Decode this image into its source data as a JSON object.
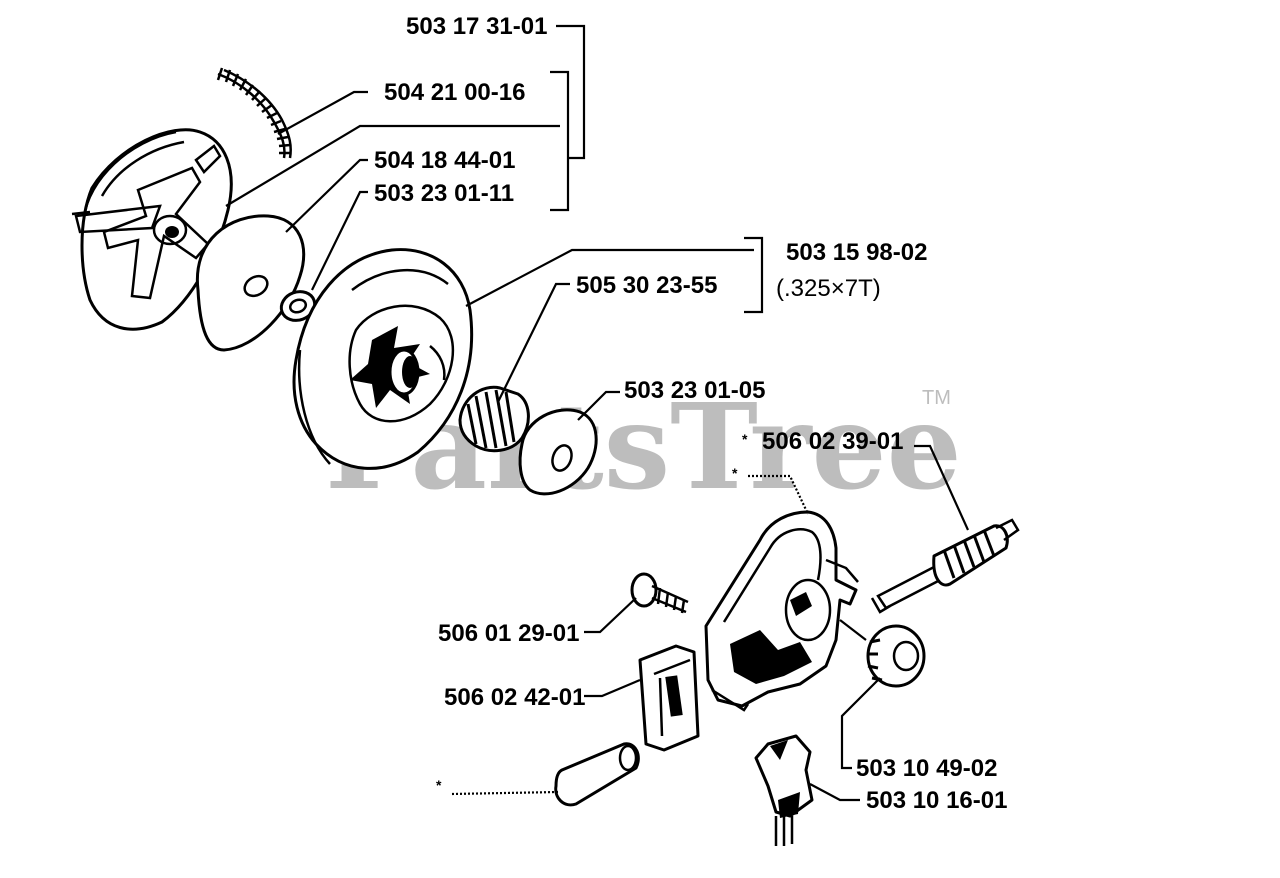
{
  "diagram": {
    "watermark": "PartsTree",
    "trademark": "TM",
    "labels": {
      "clutch_assembly": "503 17 31-01",
      "spring": "504 21 00-16",
      "washer_plate": "504 18 44-01",
      "spacer_washer_a": "503 23 01-11",
      "clutch_drum": "503 15 98-02",
      "clutch_drum_spec": "(.325×7T)",
      "needle_bearing": "505 30 23-55",
      "spacer_washer_b": "503 23 01-05",
      "oil_pump_shaft": "506 02 39-01",
      "screw": "506 01 29-01",
      "pump_cover": "506 02 42-01",
      "worm_gear": "503 10 49-02",
      "drive_hook": "503 10 16-01"
    },
    "asterisk": "*"
  }
}
